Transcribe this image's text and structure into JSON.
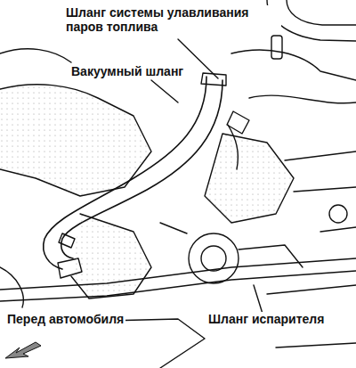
{
  "diagram": {
    "labels": [
      "Шланг системы улавливания паров топлива",
      "Вакуумный шланг",
      "Перед автомобиля",
      "Шланг испарителя"
    ]
  }
}
